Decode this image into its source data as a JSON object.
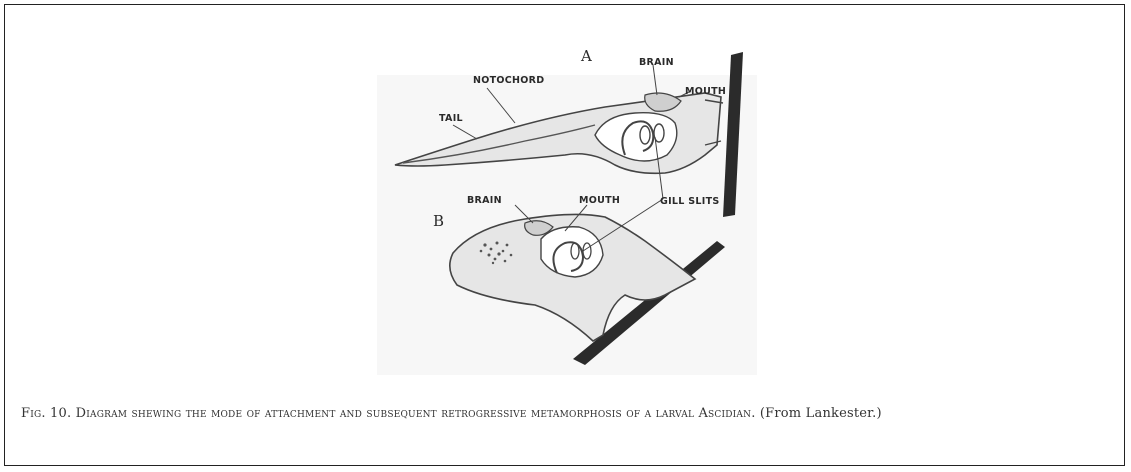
{
  "figure": {
    "panel_a_letter": "A",
    "panel_b_letter": "B",
    "labels_a": {
      "notochord": "NOTOCHORD",
      "brain": "BRAIN",
      "mouth": "MOUTH",
      "tail": "TAIL"
    },
    "labels_b": {
      "brain": "BRAIN",
      "mouth": "MOUTH",
      "gill_slits": "GILL SLITS"
    }
  },
  "caption": {
    "text": "Fig. 10. Diagram shewing the mode of attachment and subsequent retrogressive metamorphosis of a larval Ascidian.",
    "source": " (From Lankester.)"
  }
}
